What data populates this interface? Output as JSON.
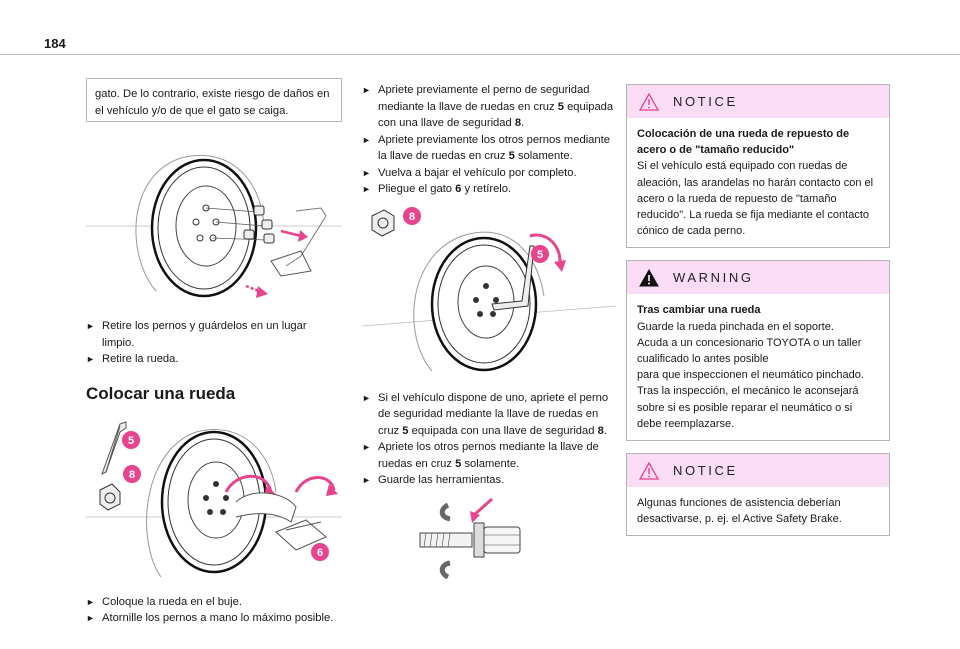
{
  "page": {
    "number": "184"
  },
  "col1": {
    "continued_text": "gato. De lo contrario, existe riesgo de daños en el vehículo y/o de que el gato se caiga.",
    "steps_a": [
      "Retire los pernos y guárdelos en un lugar limpio.",
      "Retire la rueda."
    ],
    "section_title": "Colocar una rueda",
    "steps_b": [
      "Coloque la rueda en el buje.",
      "Atornille los pernos a mano lo máximo posible."
    ],
    "labels": {
      "tool5": "5",
      "tool8": "8",
      "tool6": "6"
    }
  },
  "col2": {
    "steps_a": [
      {
        "pre": "Apriete previamente el perno de seguridad mediante la llave de ruedas en cruz ",
        "b1": "5",
        "mid": " equipada con una llave de seguridad ",
        "b2": "8",
        "post": "."
      },
      {
        "pre": "Apriete previamente los otros pernos mediante la llave de ruedas en cruz ",
        "b1": "5",
        "mid": " solamente.",
        "b2": "",
        "post": ""
      },
      {
        "pre": "Vuelva a bajar el vehículo por completo.",
        "b1": "",
        "mid": "",
        "b2": "",
        "post": ""
      },
      {
        "pre": "Pliegue el gato ",
        "b1": "6",
        "mid": " y retírelo.",
        "b2": "",
        "post": ""
      }
    ],
    "steps_b": [
      {
        "pre": "Si el vehículo dispone de uno, apriete el perno de seguridad mediante la llave de ruedas en cruz ",
        "b1": "5",
        "mid": " equipada con una llave de seguridad ",
        "b2": "8",
        "post": "."
      },
      {
        "pre": "Apriete los otros pernos mediante la llave de ruedas en cruz ",
        "b1": "5",
        "mid": " solamente.",
        "b2": "",
        "post": ""
      },
      {
        "pre": "Guarde las herramientas.",
        "b1": "",
        "mid": "",
        "b2": "",
        "post": ""
      }
    ],
    "labels": {
      "tool8": "8",
      "tool5": "5"
    }
  },
  "col3": {
    "notice1": {
      "title": "NOTICE",
      "lead": "Colocación de una rueda de repuesto de acero o de \"tamaño reducido\"",
      "text": "Si el vehículo está equipado con ruedas de aleación, las arandelas no harán contacto con el acero o la rueda de repuesto de \"tamaño reducido\". La rueda se fija mediante el contacto cónico de cada perno."
    },
    "warning": {
      "title": "WARNING",
      "lead": "Tras cambiar una rueda",
      "lines": [
        "Guarde la rueda pinchada en el soporte.",
        "Acuda a un concesionario TOYOTA o un taller cualificado lo antes posible",
        "para que inspeccionen el neumático pinchado.",
        "Tras la inspección, el mecánico le aconsejará sobre si es posible reparar el neumático o si debe reemplazarse."
      ]
    },
    "notice2": {
      "title": "NOTICE",
      "text": "Algunas funciones de asistencia deberían desactivarse, p. ej. el Active Safety Brake."
    }
  },
  "colors": {
    "accent_pink": "#e8438d",
    "callout_bg": "#fbdcf5",
    "rule": "#bdbdbd"
  },
  "icons": {
    "notice": "notice-triangle-icon",
    "warning": "warning-triangle-icon"
  }
}
